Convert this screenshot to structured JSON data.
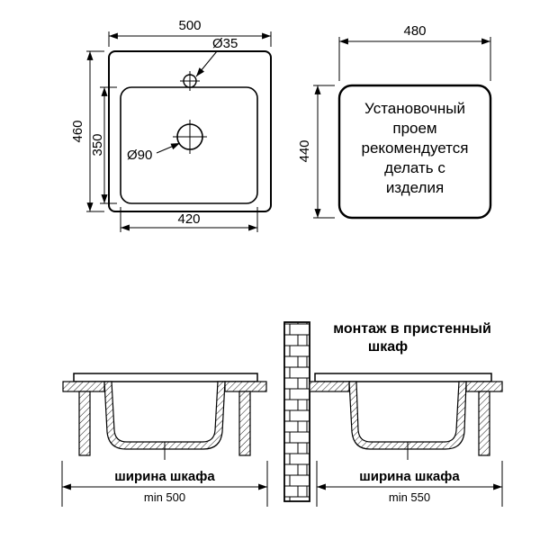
{
  "drawing": {
    "top_view": {
      "width": "500",
      "height": "460",
      "inner_height": "350",
      "inner_width": "420",
      "faucet_hole": "Ø35",
      "drain_hole": "Ø90"
    },
    "cutout": {
      "width": "480",
      "height": "440",
      "note_lines": [
        "Установочный",
        "проем",
        "рекомендуется",
        "делать с",
        "изделия"
      ]
    },
    "cabinet_left": {
      "label": "ширина шкафа",
      "min_width": "min 500"
    },
    "cabinet_right": {
      "title_line1": "монтаж в пристенный",
      "title_line2": "шкаф",
      "label": "ширина шкафа",
      "min_width": "min 550"
    },
    "colors": {
      "line": "#000000",
      "background": "#ffffff"
    }
  }
}
